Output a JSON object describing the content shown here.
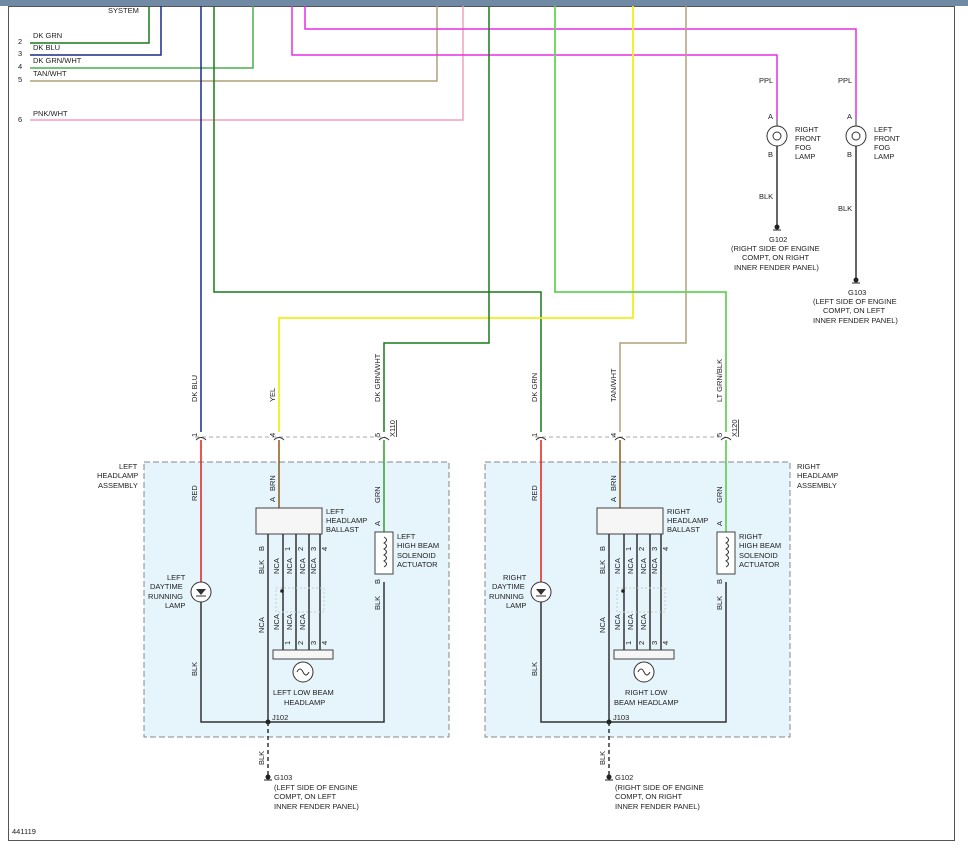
{
  "top_text": {
    "system": "SYSTEM"
  },
  "figure_id": "441119",
  "colors": {
    "dk_grn": "#1a7a1a",
    "dk_blu": "#1a2a8a",
    "dk_grn_wht": "#4caf50",
    "tan_wht": "#b0a07a",
    "pnk_wht": "#f4a0b8",
    "ppl": "#e62ee6",
    "yel": "#f2ee1a",
    "lt_grn_blk": "#66d25a",
    "red": "#e0201a",
    "brn": "#8b5a1a",
    "blk": "#333333",
    "box_fill": "#e6f4fc"
  },
  "left_wires": [
    {
      "pin": "2",
      "label": "DK GRN"
    },
    {
      "pin": "3",
      "label": "DK BLU"
    },
    {
      "pin": "4",
      "label": "DK GRN/WHT"
    },
    {
      "pin": "5",
      "label": "TAN/WHT"
    },
    {
      "pin": "6",
      "label": "PNK/WHT"
    }
  ],
  "fog_lamps": {
    "right": {
      "wire": "PPL",
      "pin_a": "A",
      "pin_b": "B",
      "name": [
        "RIGHT",
        "FRONT",
        "FOG",
        "LAMP"
      ],
      "gnd_wire": "BLK",
      "ground": "G102",
      "ground_desc": [
        "(RIGHT SIDE OF ENGINE",
        "COMPT, ON RIGHT",
        "INNER FENDER PANEL)"
      ]
    },
    "left": {
      "wire": "PPL",
      "pin_a": "A",
      "pin_b": "B",
      "name": [
        "LEFT",
        "FRONT",
        "FOG",
        "LAMP"
      ],
      "gnd_wire": "BLK",
      "ground": "G103",
      "ground_desc": [
        "(LEFT SIDE OF ENGINE",
        "COMPT, ON LEFT",
        "INNER FENDER PANEL)"
      ]
    }
  },
  "left_assembly": {
    "title": [
      "LEFT",
      "HEADLAMP",
      "ASSEMBLY"
    ],
    "wires_in": [
      "DK BLU",
      "YEL",
      "DK GRN/WHT"
    ],
    "pins": [
      "1",
      "4",
      "5"
    ],
    "connector": "X110",
    "drl_wire": "RED",
    "drl_name": [
      "LEFT",
      "DAYTIME",
      "RUNNING",
      "LAMP"
    ],
    "ballast_pin_a": "A",
    "ballast_a_wire": "BRN",
    "ballast_name": [
      "LEFT",
      "HEADLAMP",
      "BALLAST"
    ],
    "solenoid_pin_a": "A",
    "solenoid_wire": "GRN",
    "solenoid_name": [
      "LEFT",
      "HIGH BEAM",
      "SOLENOID",
      "ACTUATOR"
    ],
    "ballast_pins": [
      "B",
      "1",
      "2",
      "3",
      "4"
    ],
    "ballast_wires": [
      "BLK",
      "NCA",
      "NCA",
      "NCA",
      "NCA"
    ],
    "lower_wires": [
      "NCA",
      "NCA",
      "NCA",
      "NCA"
    ],
    "lower_pins": [
      "1",
      "2",
      "3",
      "4"
    ],
    "headlamp_name": [
      "LEFT LOW BEAM",
      "HEADLAMP"
    ],
    "drl_blk": "BLK",
    "solenoid_b_pin": "B",
    "solenoid_b_wire": "BLK",
    "splice": "J102",
    "gnd_wire": "BLK",
    "ground": "G103",
    "ground_desc": [
      "(LEFT SIDE OF ENGINE",
      "COMPT, ON LEFT",
      "INNER FENDER PANEL)"
    ]
  },
  "right_assembly": {
    "title": [
      "RIGHT",
      "HEADLAMP",
      "ASSEMBLY"
    ],
    "wires_in": [
      "DK GRN",
      "TAN/WHT",
      "LT GRN/BLK"
    ],
    "pins": [
      "1",
      "4",
      "5"
    ],
    "connector": "X120",
    "drl_wire": "RED",
    "drl_name": [
      "RIGHT",
      "DAYTIME",
      "RUNNING",
      "LAMP"
    ],
    "ballast_pin_a": "A",
    "ballast_a_wire": "BRN",
    "ballast_name": [
      "RIGHT",
      "HEADLAMP",
      "BALLAST"
    ],
    "solenoid_pin_a": "A",
    "solenoid_wire": "GRN",
    "solenoid_name": [
      "RIGHT",
      "HIGH BEAM",
      "SOLENOID",
      "ACTUATOR"
    ],
    "ballast_pins": [
      "B",
      "1",
      "2",
      "3",
      "4"
    ],
    "ballast_wires": [
      "BLK",
      "NCA",
      "NCA",
      "NCA",
      "NCA"
    ],
    "lower_wires": [
      "NCA",
      "NCA",
      "NCA",
      "NCA"
    ],
    "lower_pins": [
      "1",
      "2",
      "3",
      "4"
    ],
    "headlamp_name": [
      "RIGHT LOW",
      "BEAM HEADLAMP"
    ],
    "drl_blk": "BLK",
    "solenoid_b_pin": "B",
    "solenoid_b_wire": "BLK",
    "splice": "J103",
    "gnd_wire": "BLK",
    "ground": "G102",
    "ground_desc": [
      "(RIGHT SIDE OF ENGINE",
      "COMPT, ON RIGHT",
      "INNER FENDER PANEL)"
    ]
  }
}
